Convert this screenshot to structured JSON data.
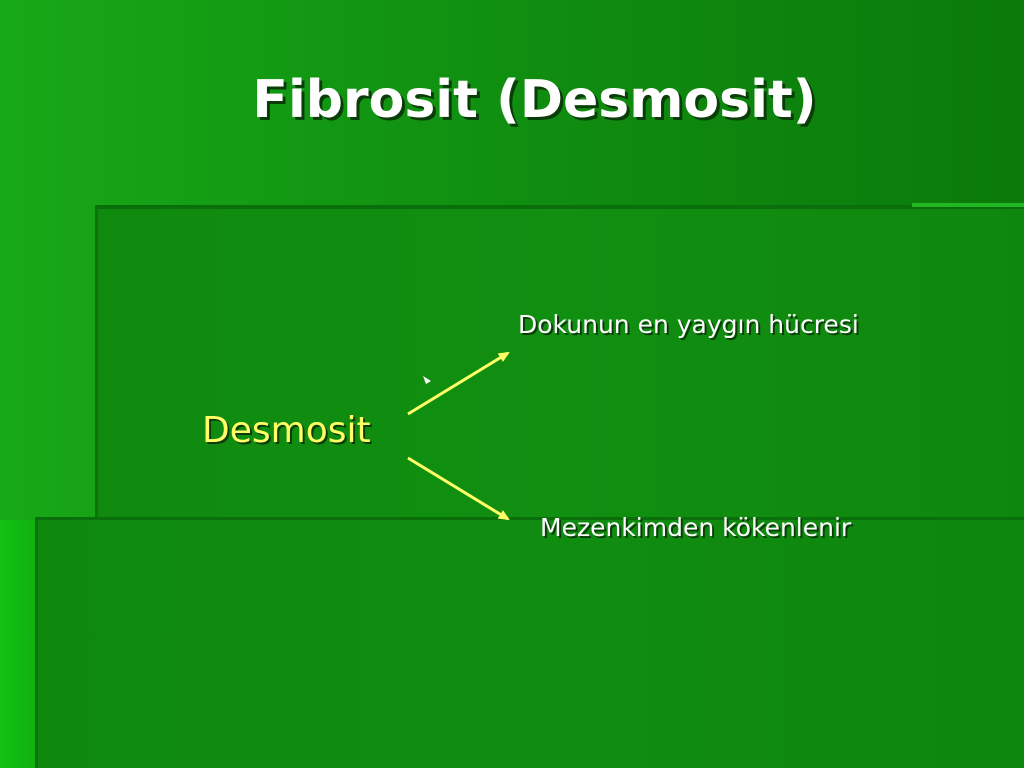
{
  "slide": {
    "title": "Fibrosit (Desmosit)",
    "center_label": "Desmosit",
    "branches": [
      {
        "label": "Dokunun en yaygın hücresi"
      },
      {
        "label": "Mezenkimden kökenlenir"
      }
    ]
  },
  "colors": {
    "background": "#108e10",
    "title_text": "#ffffff",
    "center_label_text": "#ffff66",
    "arrow": "#ffff66",
    "branch_text": "#ffffff"
  }
}
